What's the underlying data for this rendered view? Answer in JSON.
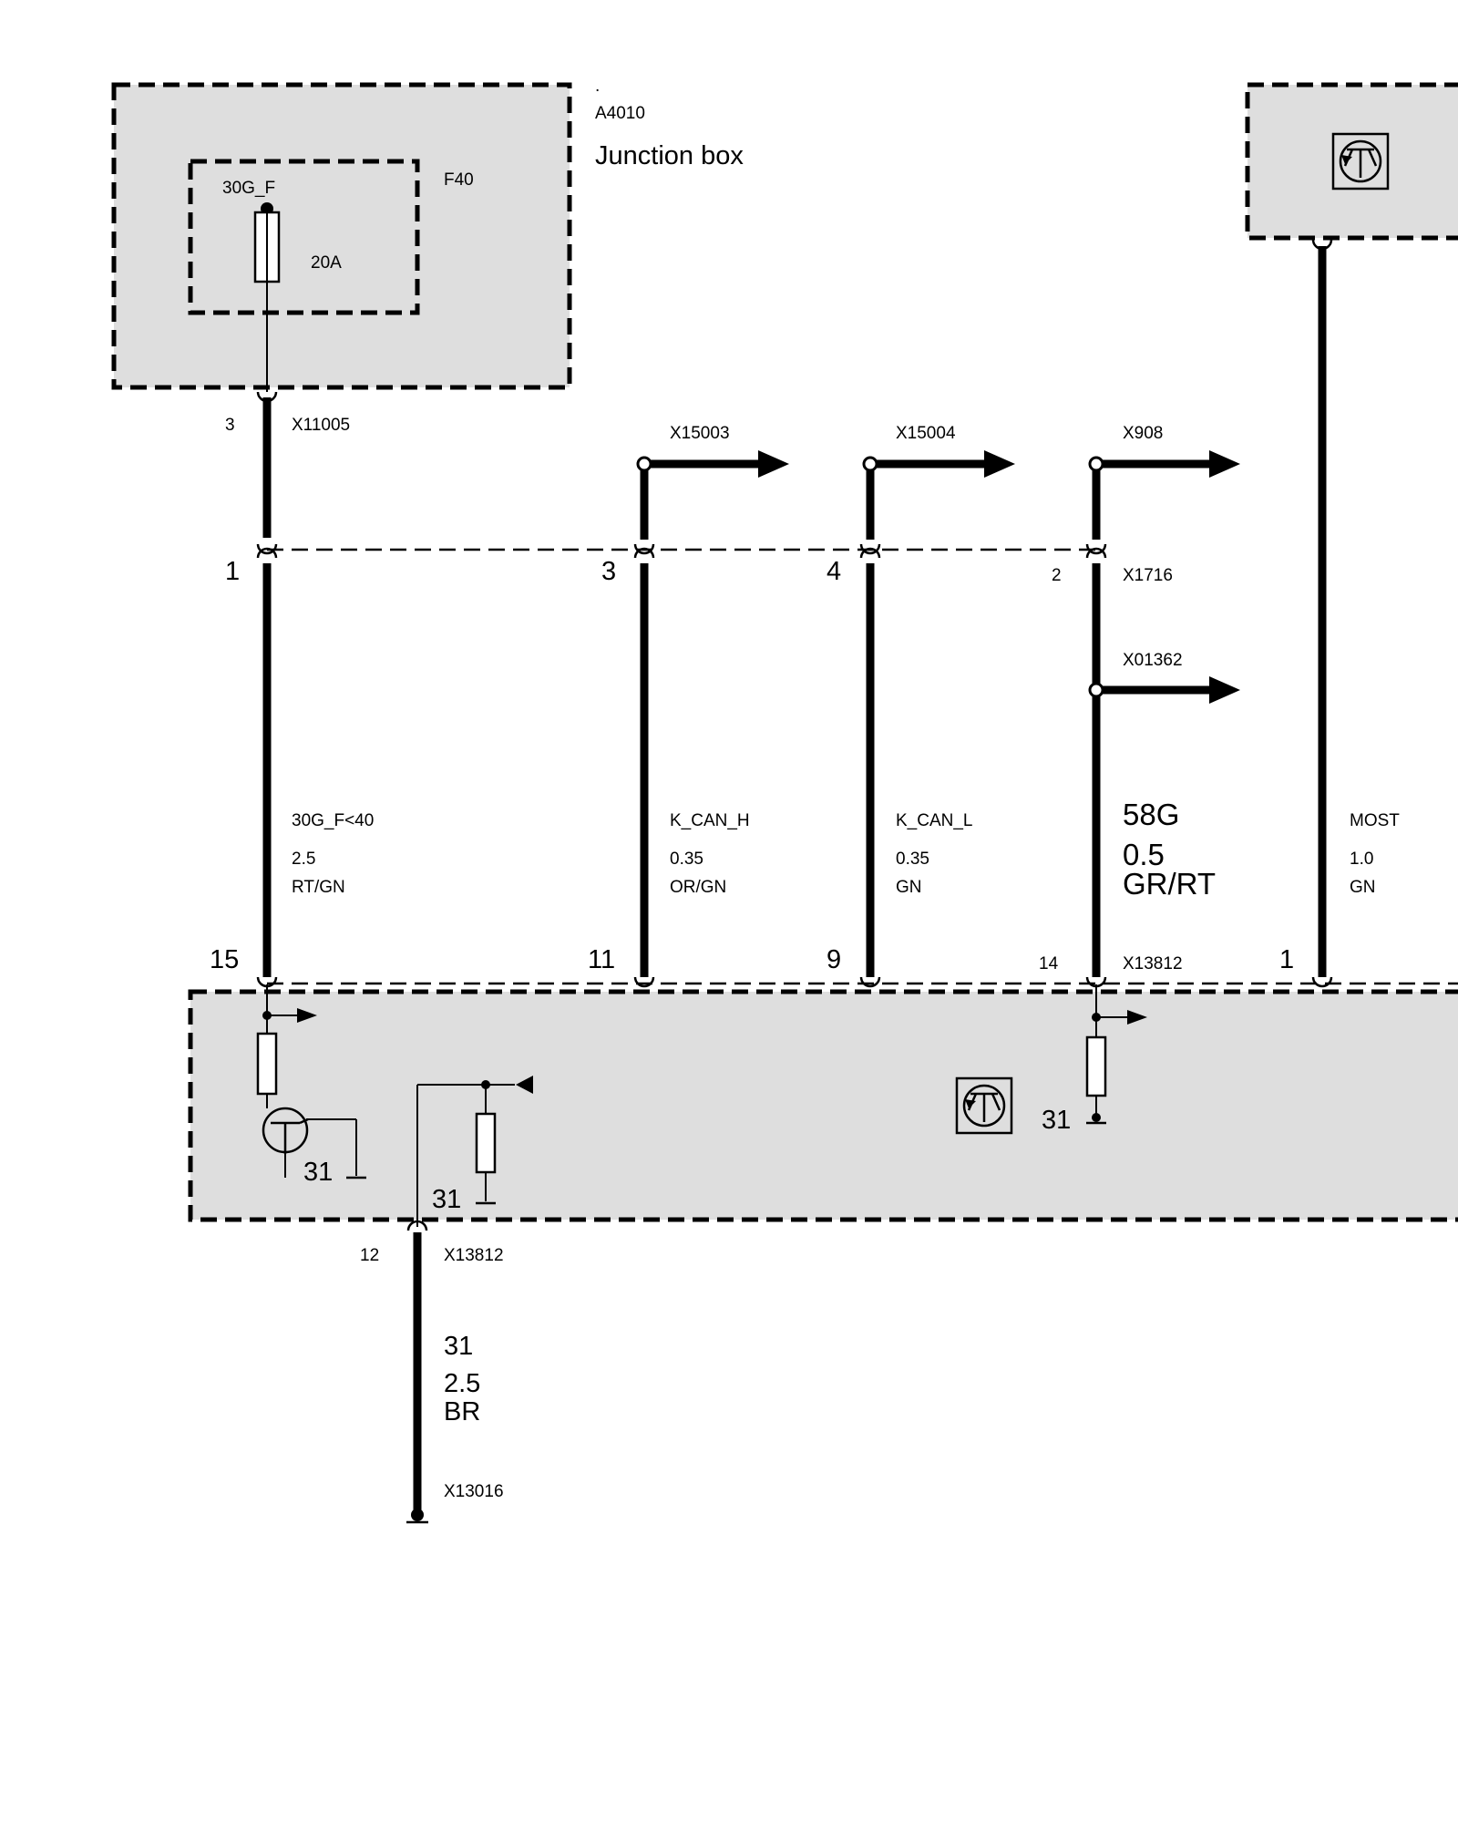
{
  "module_top": {
    "dot": ".",
    "id": "A4010",
    "name": "Junction box",
    "fuse_id": "F40",
    "fuse_terminal": "30G_F",
    "fuse_rating": "20A",
    "connector": "X11005",
    "pin": "3"
  },
  "splice_connector": "X1716",
  "connectors": [
    {
      "id": "X15003"
    },
    {
      "id": "X15004"
    },
    {
      "id": "X908"
    },
    {
      "id": "X01362"
    }
  ],
  "splice_pins": [
    "1",
    "3",
    "4",
    "2"
  ],
  "wires": [
    {
      "signal": "30G_F<40",
      "gauge": "2.5",
      "color": "RT/GN"
    },
    {
      "signal": "K_CAN_H",
      "gauge": "0.35",
      "color": "OR/GN"
    },
    {
      "signal": "K_CAN_L",
      "gauge": "0.35",
      "color": "GN"
    },
    {
      "signal": "58G",
      "gauge": "0.5",
      "color": "GR/RT"
    },
    {
      "signal": "MOST",
      "gauge": "1.0",
      "color": "GN"
    }
  ],
  "bottom_module": {
    "connector": "X13812",
    "pins": [
      "15",
      "11",
      "9",
      "14",
      "1"
    ],
    "ground_labels": [
      "31",
      "31",
      "31"
    ],
    "ground_pin": "12",
    "ground_connector": "X13812"
  },
  "ground_wire": {
    "signal": "31",
    "gauge": "2.5",
    "color": "BR",
    "terminal": "X13016"
  },
  "icons": [
    "fuse-icon",
    "transistor-icon",
    "resistor-icon",
    "ground-icon",
    "arrow-icon"
  ]
}
